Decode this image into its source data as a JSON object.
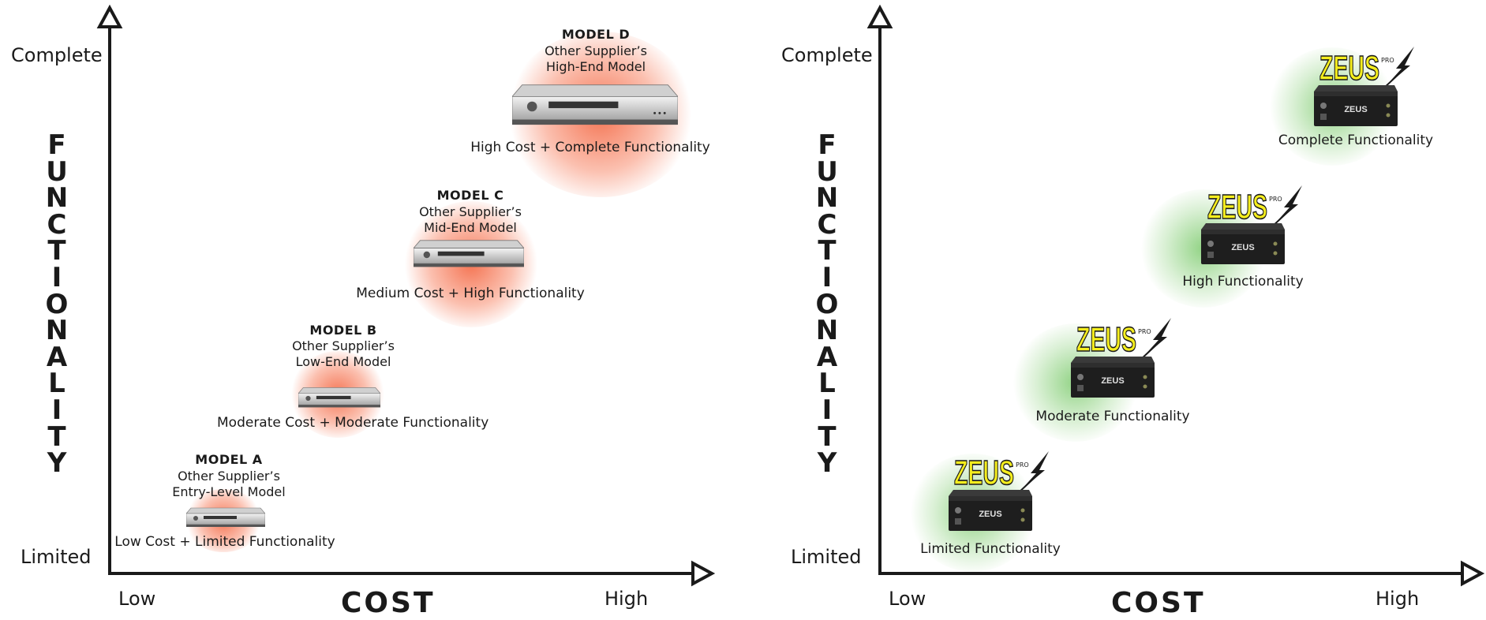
{
  "left": {
    "y_high": "Complete",
    "y_low": "Limited",
    "y_title": "FUNCTIONALITY",
    "x_low": "Low",
    "x_high": "High",
    "x_title": "COST",
    "models": [
      {
        "title": "MODEL A",
        "line1": "Other Supplier’s",
        "line2": "Entry-Level Model",
        "caption": "Low Cost + Limited Functionality"
      },
      {
        "title": "MODEL B",
        "line1": "Other Supplier’s",
        "line2": "Low-End Model",
        "caption": "Moderate Cost + Moderate Functionality"
      },
      {
        "title": "MODEL C",
        "line1": "Other Supplier’s",
        "line2": "Mid-End Model",
        "caption": "Medium Cost + High Functionality"
      },
      {
        "title": "MODEL D",
        "line1": "Other Supplier’s",
        "line2": "High-End Model",
        "caption": "High Cost + Complete Functionality"
      }
    ]
  },
  "right": {
    "y_high": "Complete",
    "y_low": "Limited",
    "y_title": "FUNCTIONALITY",
    "x_low": "Low",
    "x_high": "High",
    "x_title": "COST",
    "products": [
      {
        "logo": "ZEUS",
        "logo_sub": "PRO",
        "box_label": "ZEUS",
        "caption": "Limited Functionality"
      },
      {
        "logo": "ZEUS",
        "logo_sub": "PRO",
        "box_label": "ZEUS",
        "caption": "Moderate Functionality"
      },
      {
        "logo": "ZEUS",
        "logo_sub": "PRO",
        "box_label": "ZEUS",
        "caption": "High Functionality"
      },
      {
        "logo": "ZEUS",
        "logo_sub": "PRO",
        "box_label": "ZEUS",
        "caption": "Complete Functionality"
      }
    ]
  },
  "colors": {
    "axis": "#1a1a1a",
    "glow_competitor": "#f46e4b",
    "glow_zeus": "#76c866",
    "logo_fill": "#f5ee1e"
  },
  "icons": [
    "arrow-up-icon",
    "arrow-right-icon",
    "dvr-unit-icon",
    "zeus-box-icon",
    "zeus-logo-icon",
    "lightning-bolt-icon"
  ]
}
